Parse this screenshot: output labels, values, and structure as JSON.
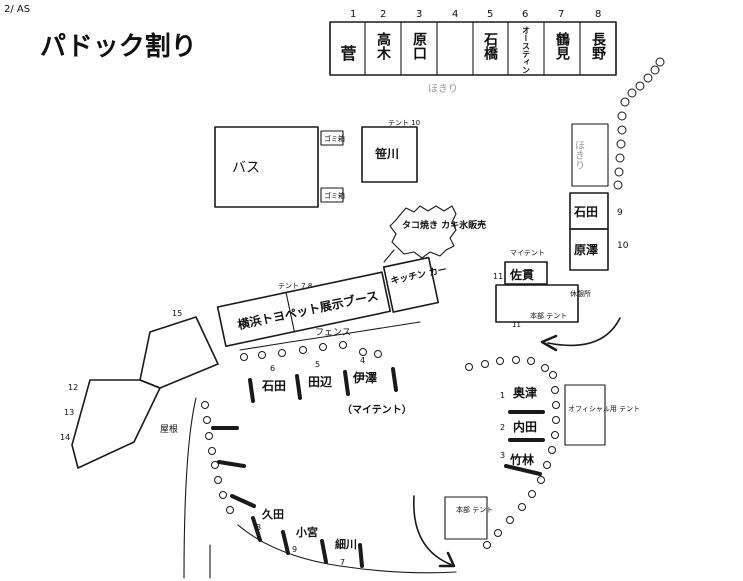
{
  "corner_note": "2/ AS",
  "title": "パドック割り",
  "top_slots": [
    {
      "num": "1",
      "name": "菅"
    },
    {
      "num": "2",
      "name": "高木"
    },
    {
      "num": "3",
      "name": "原口"
    },
    {
      "num": "4",
      "name": ""
    },
    {
      "num": "5",
      "name": "石橋"
    },
    {
      "num": "6",
      "name": "オースティン"
    },
    {
      "num": "7",
      "name": "鶴見"
    },
    {
      "num": "8",
      "name": "長野"
    }
  ],
  "faint_top": "ほきり",
  "faint_right": "ほきり",
  "bus": "バス",
  "trash1": "ゴミ箱",
  "trash2": "ゴミ箱",
  "tent_label": "テント 10",
  "sasagawa": "笹川",
  "takoyaki": "タコ焼き カキ氷販売",
  "ishida_r": "石田",
  "num_9": "9",
  "harasawa_r": "原澤",
  "num_10": "10",
  "my_tent_top": "マイテント",
  "num_11": "11",
  "sakou": "佐貫",
  "kitchen_car": "キッチン カー",
  "rest_area": "休憩所",
  "honbu_tent": "本部 テント",
  "num_11b": "11",
  "tent_top": "テント 7 8",
  "hospitality": "横浜トヨペット展示ブース",
  "fence": "フェンス",
  "num_15": "15",
  "num_12": "12",
  "num_13": "13",
  "num_14": "14",
  "mid_nums": [
    "6",
    "5",
    "4"
  ],
  "mid_names": [
    "石田",
    "田辺",
    "伊澤"
  ],
  "my_tent_mid": "（マイテント）",
  "right_nums": [
    "1",
    "2",
    "3"
  ],
  "right_names": [
    "奥津",
    "内田",
    "竹林"
  ],
  "official_tent": "オフィシャル用 テント",
  "left_label": "屋根",
  "bottom_names": [
    "久田",
    "小宮",
    "細川"
  ],
  "bottom_nums": [
    "8",
    "9",
    "7"
  ],
  "bottom_tent": "本部 テント"
}
